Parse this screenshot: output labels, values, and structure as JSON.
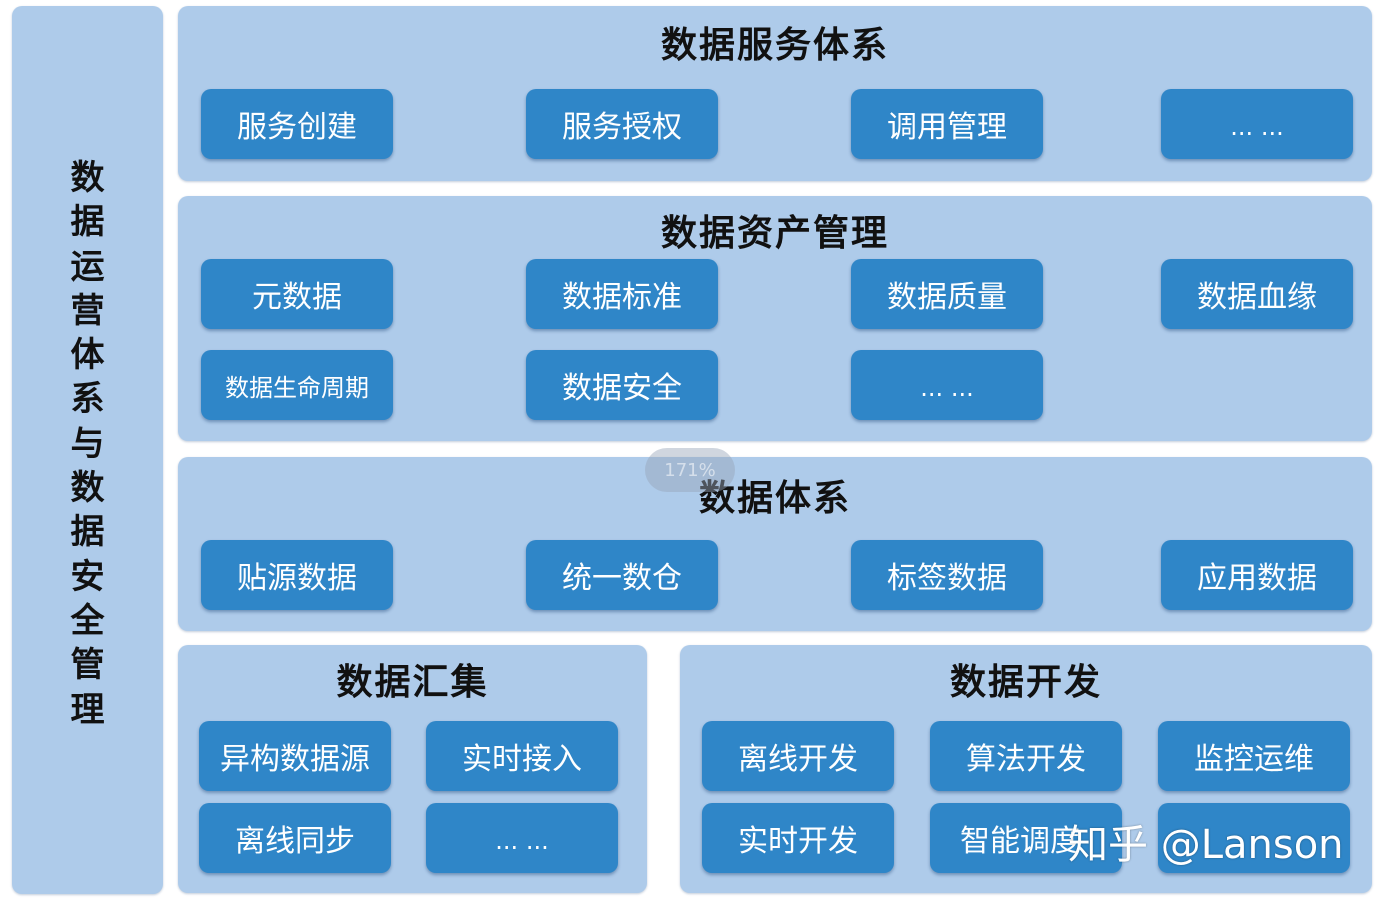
{
  "sidebar": {
    "label_chars": [
      "数",
      "据",
      "运",
      "营",
      "体",
      "系",
      "与",
      "数",
      "据",
      "安",
      "全",
      "管",
      "理"
    ]
  },
  "service_system": {
    "title": "数据服务体系",
    "items": [
      "服务创建",
      "服务授权",
      "调用管理",
      "... ..."
    ]
  },
  "asset_management": {
    "title": "数据资产管理",
    "items": [
      "元数据",
      "数据标准",
      "数据质量",
      "数据血缘",
      "数据生命周期",
      "数据安全",
      "... ..."
    ]
  },
  "data_system": {
    "title": "数据体系",
    "items": [
      "贴源数据",
      "统一数仓",
      "标签数据",
      "应用数据"
    ]
  },
  "data_collection": {
    "title": "数据汇集",
    "items": [
      "异构数据源",
      "实时接入",
      "离线同步",
      "... ..."
    ]
  },
  "data_development": {
    "title": "数据开发",
    "items": [
      "离线开发",
      "算法开发",
      "监控运维",
      "实时开发",
      "智能调度"
    ]
  },
  "overlay": {
    "zoom": "171%",
    "watermark": "知乎 @Lanson"
  },
  "colors": {
    "panel": "#aecbea",
    "box": "#2f86c8",
    "box_text": "#ffffff",
    "title_text": "#111111"
  }
}
